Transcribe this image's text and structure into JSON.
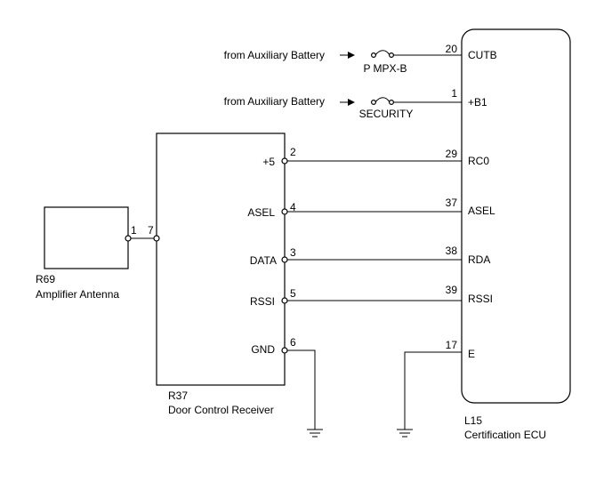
{
  "sources": {
    "cutb_source": "from Auxiliary Battery",
    "b1_source": "from Auxiliary Battery"
  },
  "fuses": {
    "pmpx": "P MPX-B",
    "security": "SECURITY"
  },
  "ecu": {
    "code": "L15",
    "name": "Certification ECU",
    "pins": [
      {
        "num": "20",
        "label": "CUTB"
      },
      {
        "num": "1",
        "label": "+B1"
      },
      {
        "num": "29",
        "label": "RC0"
      },
      {
        "num": "37",
        "label": "ASEL"
      },
      {
        "num": "38",
        "label": "RDA"
      },
      {
        "num": "39",
        "label": "RSSI"
      },
      {
        "num": "17",
        "label": "E"
      }
    ]
  },
  "receiver": {
    "code": "R37",
    "name": "Door Control Receiver",
    "left_pin": "7",
    "pins": [
      {
        "num": "2",
        "label": "+5"
      },
      {
        "num": "4",
        "label": "ASEL"
      },
      {
        "num": "3",
        "label": "DATA"
      },
      {
        "num": "5",
        "label": "RSSI"
      },
      {
        "num": "6",
        "label": "GND"
      }
    ]
  },
  "antenna": {
    "code": "R69",
    "name": "Amplifier Antenna",
    "pin": "1"
  }
}
